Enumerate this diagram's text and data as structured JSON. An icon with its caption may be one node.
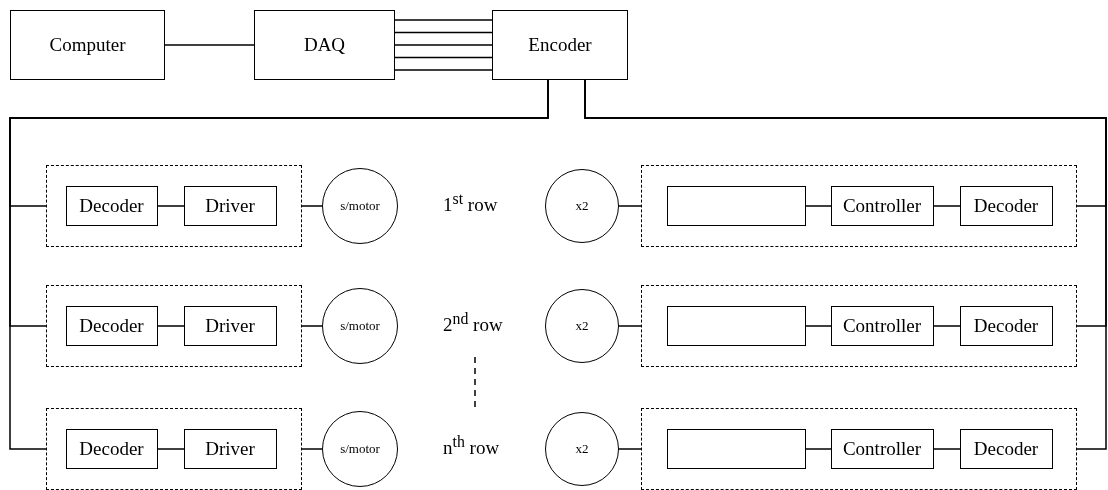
{
  "diagram": {
    "nodes": [
      {
        "text": [
          "Computer"
        ]
      },
      {
        "text": [
          "DAQ"
        ]
      },
      {
        "text": [
          "Encoder"
        ]
      },
      {
        "text": [],
        "shape": "box"
      },
      {
        "text": [
          "Decoder"
        ],
        "in": 3
      },
      {
        "text": [
          "Driver"
        ],
        "in": 3
      },
      {
        "text": [
          "s/motor"
        ]
      },
      {
        "text": [
          "x2"
        ]
      },
      {
        "text": [],
        "shape": "box"
      },
      {
        "text": [],
        "shape": "box",
        "in": 8
      },
      {
        "text": [
          "Controller"
        ],
        "in": 8
      },
      {
        "text": [
          "Decoder"
        ],
        "in": 8
      },
      {
        "text": [],
        "shape": "box"
      },
      {
        "text": [
          "Decoder"
        ],
        "in": 12
      },
      {
        "text": [
          "Driver"
        ],
        "in": 12
      },
      {
        "text": [
          "s/motor"
        ]
      },
      {
        "text": [
          "x2"
        ]
      },
      {
        "text": [],
        "shape": "box"
      },
      {
        "text": [],
        "shape": "box",
        "in": 17
      },
      {
        "text": [
          "Controller"
        ],
        "in": 17
      },
      {
        "text": [
          "Decoder"
        ],
        "in": 17
      },
      {
        "text": [],
        "shape": "box"
      },
      {
        "text": [
          "Decoder"
        ],
        "in": 21
      },
      {
        "text": [
          "Driver"
        ],
        "in": 21
      },
      {
        "text": [
          "s/motor"
        ]
      },
      {
        "text": [
          "x2"
        ]
      },
      {
        "text": [],
        "shape": "box"
      },
      {
        "text": [],
        "shape": "box",
        "in": 26
      },
      {
        "text": [
          "Controller"
        ],
        "in": 26
      },
      {
        "text": [
          "Decoder"
        ],
        "in": 26
      }
    ],
    "edges": [
      {
        "from": 0,
        "to": 1,
        "arrow": "none"
      },
      {
        "from": 1,
        "to": 2,
        "arrow": "none"
      },
      {
        "from": 1,
        "to": 2,
        "arrow": "none"
      },
      {
        "from": 1,
        "to": 2,
        "arrow": "none"
      },
      {
        "from": 1,
        "to": 2,
        "arrow": "none"
      },
      {
        "from": 1,
        "to": 2,
        "arrow": "none"
      },
      {
        "from": 2,
        "to": 3,
        "arrow": "none"
      },
      {
        "from": 2,
        "to": 12,
        "arrow": "none"
      },
      {
        "from": 2,
        "to": 21,
        "arrow": "none"
      },
      {
        "from": 2,
        "to": 8,
        "arrow": "none"
      },
      {
        "from": 2,
        "to": 17,
        "arrow": "none"
      },
      {
        "from": 2,
        "to": 26,
        "arrow": "none"
      },
      {
        "from": 4,
        "to": 5,
        "arrow": "none"
      },
      {
        "from": 3,
        "to": 6,
        "arrow": "none"
      },
      {
        "from": 7,
        "to": 8,
        "arrow": "none"
      },
      {
        "from": 9,
        "to": 10,
        "arrow": "none"
      },
      {
        "from": 10,
        "to": 11,
        "arrow": "none"
      },
      {
        "from": 13,
        "to": 14,
        "arrow": "none"
      },
      {
        "from": 12,
        "to": 15,
        "arrow": "none"
      },
      {
        "from": 16,
        "to": 17,
        "arrow": "none"
      },
      {
        "from": 18,
        "to": 19,
        "arrow": "none"
      },
      {
        "from": 19,
        "to": 20,
        "arrow": "none"
      },
      {
        "from": 22,
        "to": 23,
        "arrow": "none"
      },
      {
        "from": 21,
        "to": 24,
        "arrow": "none"
      },
      {
        "from": 25,
        "to": 26,
        "arrow": "none"
      },
      {
        "from": 27,
        "to": 28,
        "arrow": "none"
      },
      {
        "from": 28,
        "to": 29,
        "arrow": "none"
      }
    ],
    "labels": [
      "1$^{st}$ row",
      "2$^{nd}$ row",
      "n$^{th}$ row"
    ]
  }
}
